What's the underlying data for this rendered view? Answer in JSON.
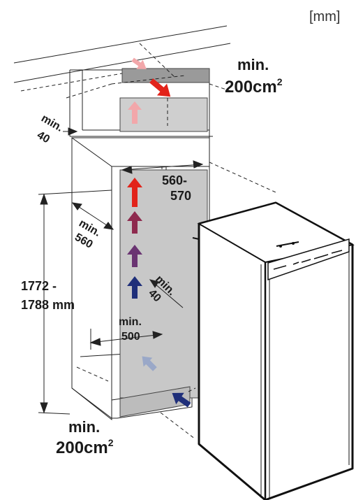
{
  "unit_label": "[mm]",
  "labels": {
    "top_vent_min": "min.",
    "top_vent_area": "200cm",
    "top_vent_sup": "2",
    "top_gap_min": "min.",
    "top_gap_value": "40",
    "depth_range_a": "560-",
    "depth_range_b": "570",
    "depth_min": "min.",
    "depth_value": "560",
    "height_a": "1772 -",
    "height_b": "1788 mm",
    "rear_gap_min": "min.",
    "rear_gap_value": "40",
    "width_min": "min.",
    "width_value": "500",
    "bottom_vent_min": "min.",
    "bottom_vent_area": "200cm",
    "bottom_vent_sup": "2"
  },
  "colors": {
    "airflow_hot": "#e2231a",
    "airflow_warm": "#8e2a4e",
    "airflow_mid": "#6a3472",
    "airflow_cool": "#1f2f7a",
    "airflow_faded_hot": "#f2a7aa",
    "airflow_faded_cool": "#9aa8c8",
    "niche_fill": "#c8c8c8",
    "vent_grille": "#9a9a9a"
  },
  "icons": {
    "airflow": "arrow-up-icon",
    "intake": "arrow-diagonal-icon"
  }
}
